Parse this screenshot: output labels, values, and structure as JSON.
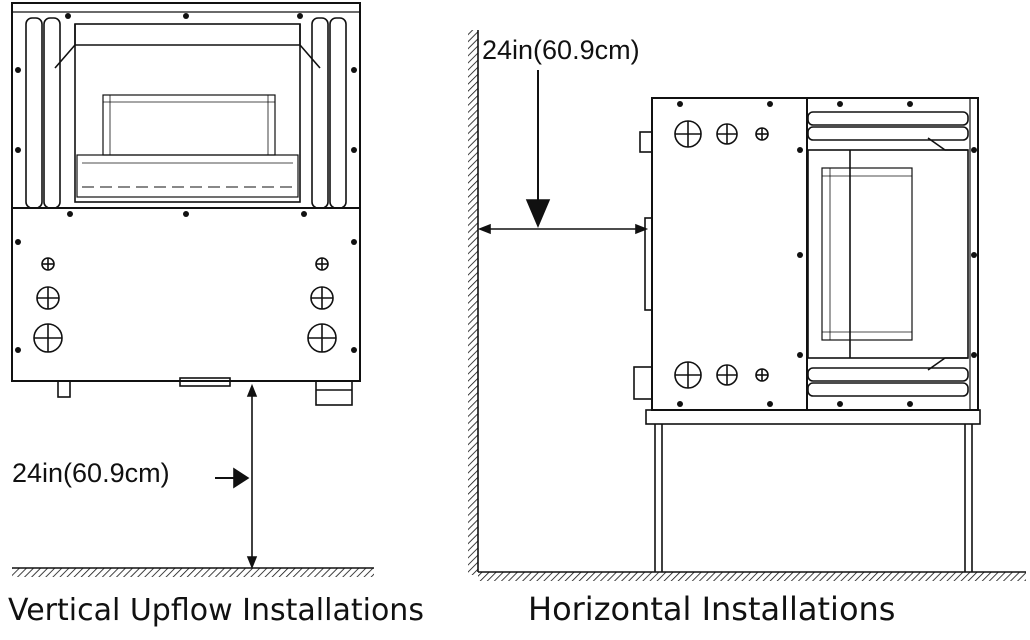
{
  "colors": {
    "line": "#111111",
    "background": "#ffffff"
  },
  "vertical": {
    "dimension_label": "24in(60.9cm)",
    "caption": "Vertical Upflow Installations"
  },
  "horizontal": {
    "dimension_label": "24in(60.9cm)",
    "caption": "Horizontal  Installations"
  }
}
